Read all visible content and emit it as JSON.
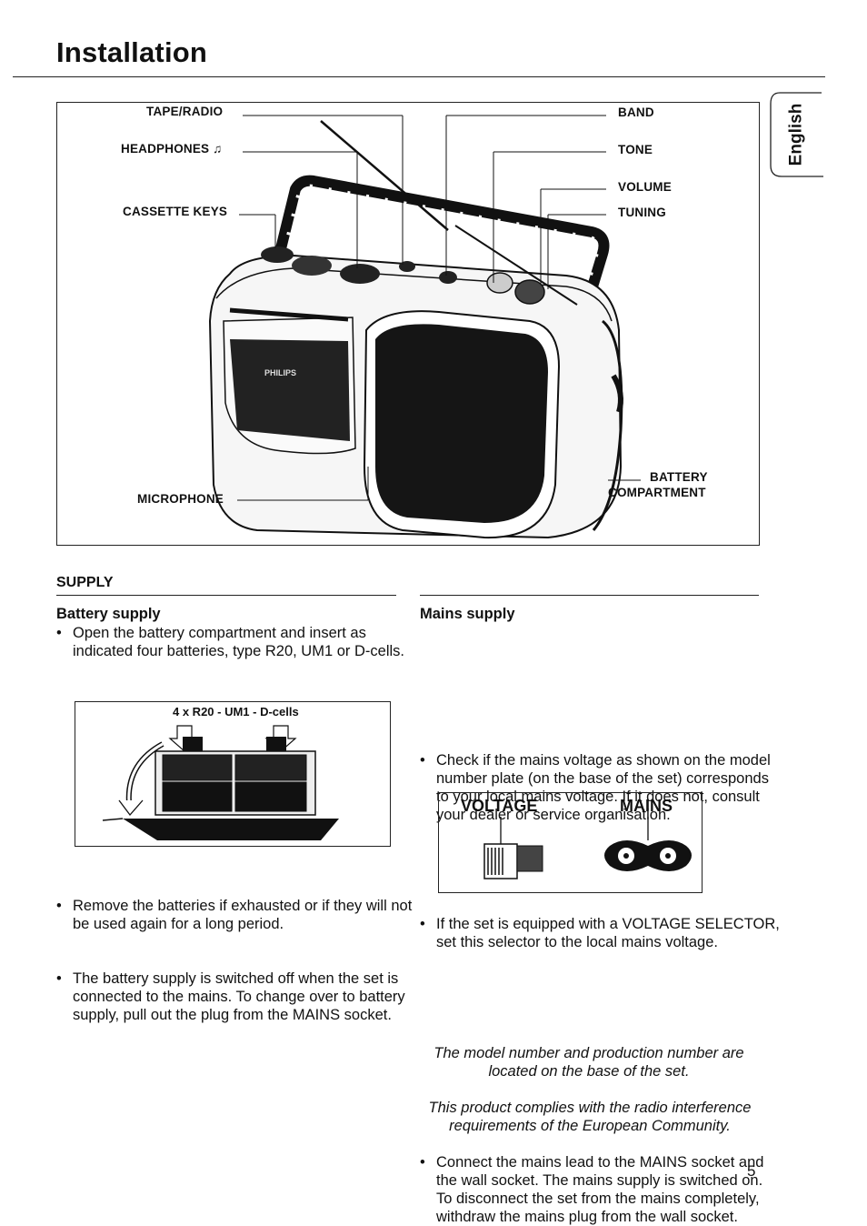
{
  "page_title": "Installation",
  "language_tab": "English",
  "figure": {
    "left_labels": [
      "TAPE/RADIO",
      "HEADPHONES ♫",
      "CASSETTE KEYS",
      "MICROPHONE"
    ],
    "right_labels": [
      "BAND",
      "TONE",
      "VOLUME",
      "TUNING"
    ],
    "battery_label": [
      "BATTERY",
      "COMPARTMENT"
    ],
    "brand": "PHILIPS"
  },
  "supply": {
    "heading": "SUPPLY",
    "battery": {
      "heading": "Battery supply",
      "bullet1": "Open the battery compartment and insert as indicated four batteries, type R20, UM1 or D-cells.",
      "diagram_caption": "4 x R20 - UM1 - D-cells",
      "bullet2": "Remove the batteries if exhausted or if they will not be used again for a long period.",
      "bullet3": "The battery supply is switched off when the set is connected to the mains. To change over to battery supply, pull out the plug from the MAINS socket."
    },
    "mains": {
      "heading": "Mains supply",
      "bullet1": "Check if the mains voltage as shown on the model number plate (on the base of the set) corresponds to your local mains voltage. If it does not, consult your dealer or service organisation.",
      "bullet2": "If the set is equipped with a VOLTAGE SELECTOR, set this selector to the local mains voltage.",
      "voltage_label": "VOLTAGE",
      "mains_label": "MAINS",
      "bullet3": "Connect the mains lead to the MAINS socket and the wall socket. The mains supply is switched on. To disconnect the set from the mains completely, withdraw the mains plug from the wall socket."
    }
  },
  "notes": {
    "note1": "The model number and production number are located on the base of the set.",
    "note2": "This product complies with the radio interference requirements of the European Community."
  },
  "page_number": "5"
}
